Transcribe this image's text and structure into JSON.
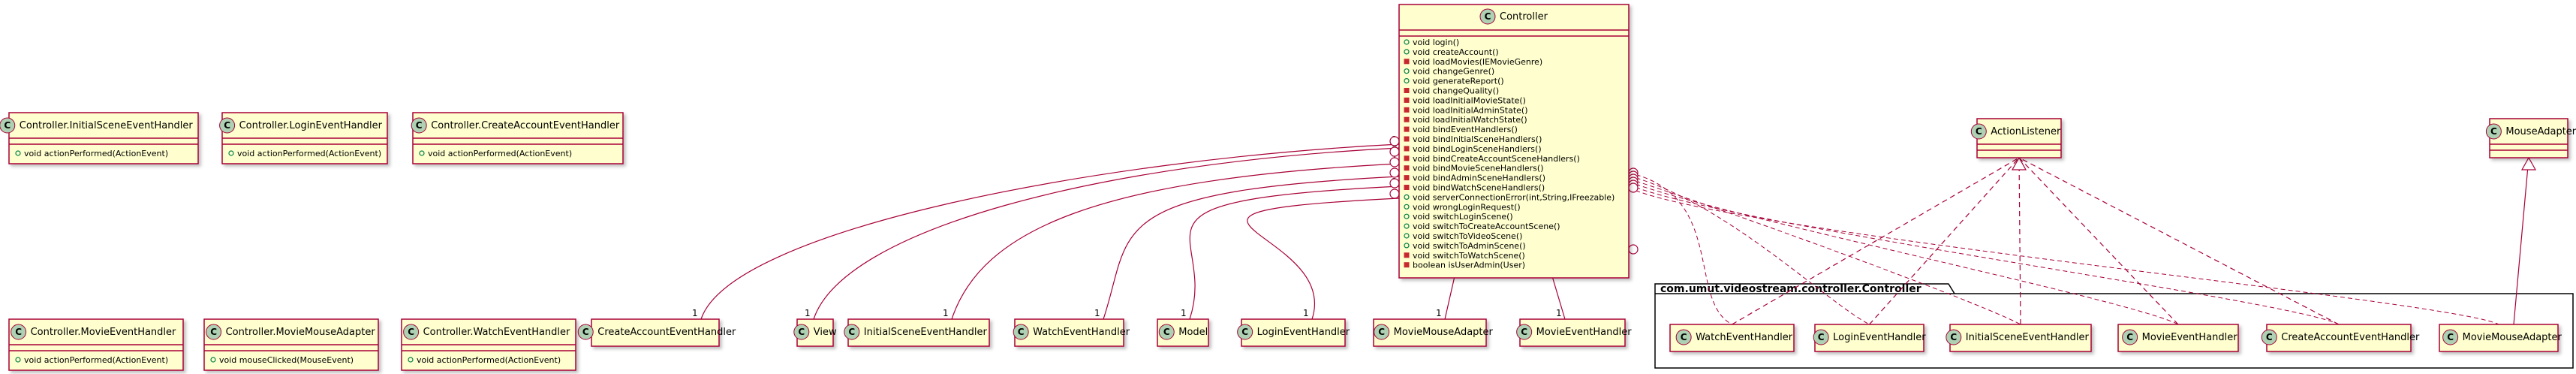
{
  "diagram": {
    "package": {
      "name": "com.umut.videostream.controller.Controller"
    },
    "controller": {
      "name": "Controller",
      "stereotype": "C",
      "members": [
        {
          "vis": "+",
          "text": "void login()"
        },
        {
          "vis": "+",
          "text": "void createAccount()"
        },
        {
          "vis": "-",
          "text": "void loadMovies(IEMovieGenre)"
        },
        {
          "vis": "+",
          "text": "void changeGenre()"
        },
        {
          "vis": "+",
          "text": "void generateReport()"
        },
        {
          "vis": "-",
          "text": "void changeQuality()"
        },
        {
          "vis": "-",
          "text": "void loadInitialMovieState()"
        },
        {
          "vis": "-",
          "text": "void loadInitialAdminState()"
        },
        {
          "vis": "-",
          "text": "void loadInitialWatchState()"
        },
        {
          "vis": "-",
          "text": "void bindEventHandlers()"
        },
        {
          "vis": "-",
          "text": "void bindInitialSceneHandlers()"
        },
        {
          "vis": "-",
          "text": "void bindLoginSceneHandlers()"
        },
        {
          "vis": "-",
          "text": "void bindCreateAccountSceneHandlers()"
        },
        {
          "vis": "-",
          "text": "void bindMovieSceneHandlers()"
        },
        {
          "vis": "-",
          "text": "void bindAdminSceneHandlers()"
        },
        {
          "vis": "-",
          "text": "void bindWatchSceneHandlers()"
        },
        {
          "vis": "+",
          "text": "void serverConnectionError(int,String,IFreezable)"
        },
        {
          "vis": "+",
          "text": "void wrongLoginRequest()"
        },
        {
          "vis": "+",
          "text": "void switchLoginScene()"
        },
        {
          "vis": "+",
          "text": "void switchToCreateAccountScene()"
        },
        {
          "vis": "+",
          "text": "void switchToVideoScene()"
        },
        {
          "vis": "+",
          "text": "void switchToAdminScene()"
        },
        {
          "vis": "-",
          "text": "void switchToWatchScene()"
        },
        {
          "vis": "-",
          "text": "boolean isUserAdmin(User)"
        }
      ]
    },
    "nested_classes": [
      {
        "name": "Controller.InitialSceneEventHandler",
        "member": {
          "vis": "+",
          "text": "void actionPerformed(ActionEvent)"
        }
      },
      {
        "name": "Controller.LoginEventHandler",
        "member": {
          "vis": "+",
          "text": "void actionPerformed(ActionEvent)"
        }
      },
      {
        "name": "Controller.CreateAccountEventHandler",
        "member": {
          "vis": "+",
          "text": "void actionPerformed(ActionEvent)"
        }
      },
      {
        "name": "Controller.MovieEventHandler",
        "member": {
          "vis": "+",
          "text": "void actionPerformed(ActionEvent)"
        }
      },
      {
        "name": "Controller.MovieMouseAdapter",
        "member": {
          "vis": "+",
          "text": "void mouseClicked(MouseEvent)"
        }
      },
      {
        "name": "Controller.WatchEventHandler",
        "member": {
          "vis": "+",
          "text": "void actionPerformed(ActionEvent)"
        }
      }
    ],
    "interfaces": [
      {
        "name": "ActionListener"
      },
      {
        "name": "MouseAdapter"
      }
    ],
    "associated_classes": [
      {
        "name": "CreateAccountEventHandler",
        "multiplicity": "1"
      },
      {
        "name": "View",
        "multiplicity": "1"
      },
      {
        "name": "InitialSceneEventHandler",
        "multiplicity": "1"
      },
      {
        "name": "WatchEventHandler",
        "multiplicity": "1"
      },
      {
        "name": "Model",
        "multiplicity": "1"
      },
      {
        "name": "LoginEventHandler",
        "multiplicity": "1"
      },
      {
        "name": "MovieMouseAdapter",
        "multiplicity": "1"
      },
      {
        "name": "MovieEventHandler",
        "multiplicity": "1"
      }
    ],
    "package_classes": [
      {
        "name": "WatchEventHandler"
      },
      {
        "name": "LoginEventHandler"
      },
      {
        "name": "InitialSceneEventHandler"
      },
      {
        "name": "MovieEventHandler"
      },
      {
        "name": "CreateAccountEventHandler"
      },
      {
        "name": "MovieMouseAdapter"
      }
    ],
    "colors": {
      "class_fill": "#FEFECE",
      "border": "#A80036",
      "circle_fill": "#ADD1B2",
      "line": "#A80036"
    }
  }
}
